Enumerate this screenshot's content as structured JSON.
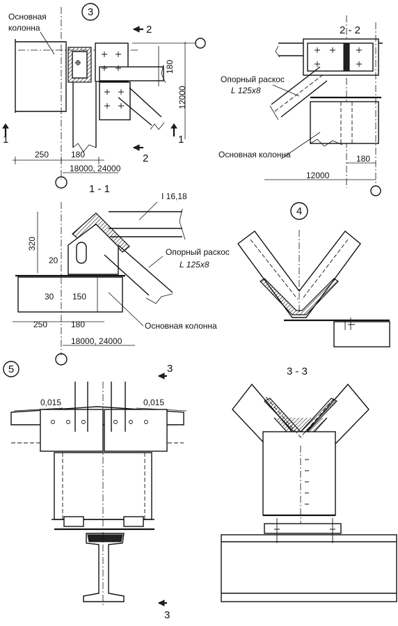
{
  "node3": {
    "number": "3",
    "col_label_1": "Основная",
    "col_label_2": "колонна",
    "sec_2_top": "2",
    "sec_2_bottom": "2",
    "sec_1_left": "1",
    "sec_1_right": "1",
    "dim_180_v": "180",
    "dim_12000": "12000",
    "dim_250": "250",
    "dim_180_h": "180",
    "dim_span": "18000, 24000"
  },
  "section22": {
    "title": "2 - 2",
    "brace_label": "Опорный раскос",
    "brace_profile": "L 125x8",
    "col_label": "Основная колонна",
    "dim_180": "180",
    "dim_12000": "12000"
  },
  "section11": {
    "title": "1 - 1",
    "beam_profile": "I 16,18",
    "brace_label": "Опорный раскос",
    "brace_profile": "L 125x8",
    "col_label": "Основная колонна",
    "dim_320": "320",
    "dim_20": "20",
    "dim_30": "30",
    "dim_150": "150",
    "dim_250": "250",
    "dim_180": "180",
    "dim_span": "18000, 24000"
  },
  "node4": {
    "number": "4"
  },
  "node5": {
    "number": "5",
    "slope_left": "0,015",
    "slope_right": "0,015",
    "sec_3_top": "3",
    "sec_3_bottom": "3"
  },
  "section33": {
    "title": "3 - 3"
  }
}
